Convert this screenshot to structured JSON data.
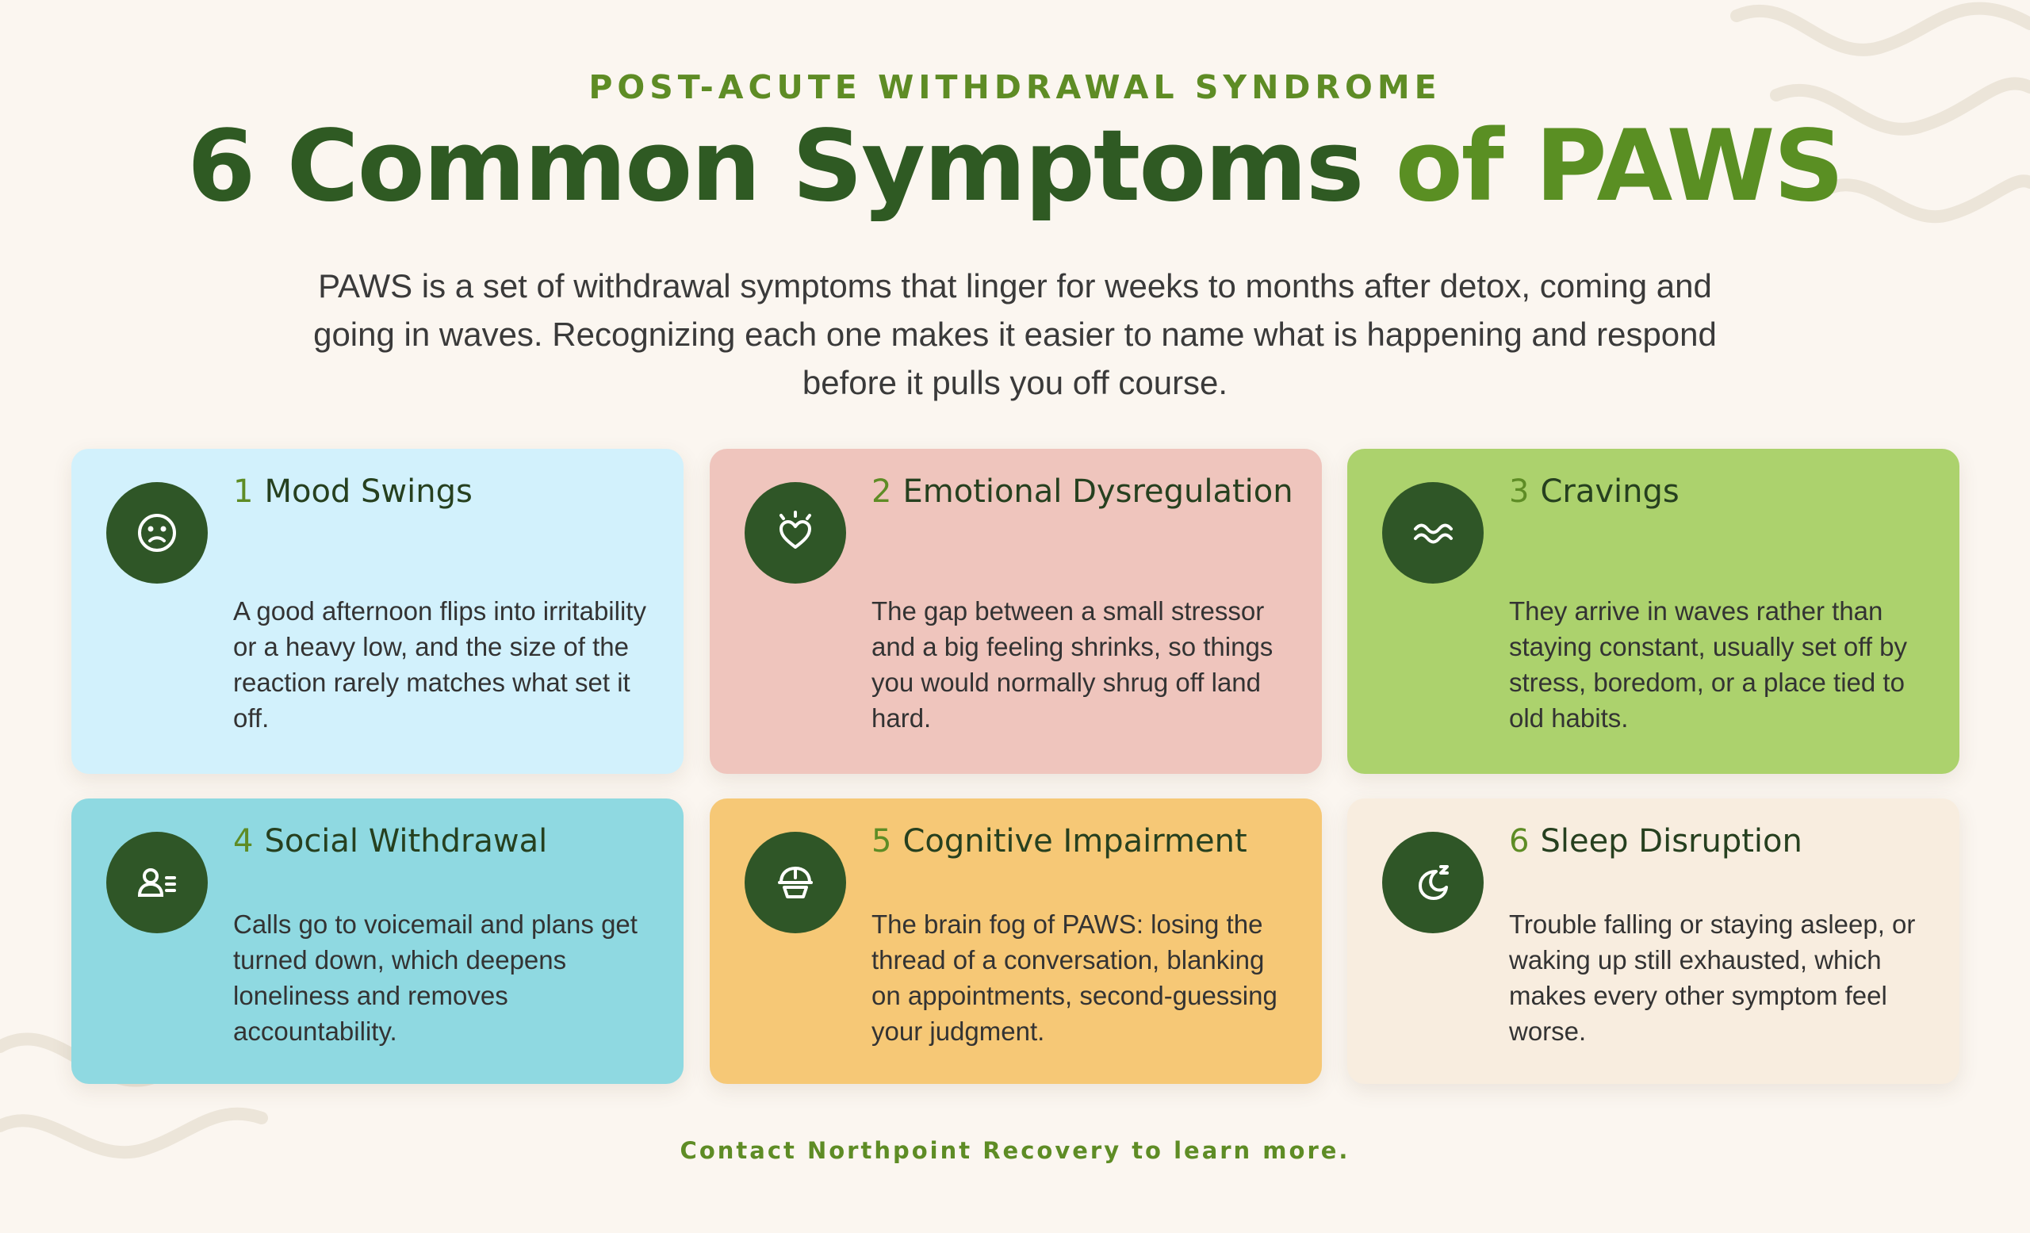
{
  "header": {
    "kicker": "POST-ACUTE WITHDRAWAL SYNDROME",
    "title_main": "6 Common Symptoms ",
    "title_accent": "of PAWS",
    "intro": "PAWS is a set of withdrawal symptoms that linger for weeks to months after detox, coming and going in waves. Recognizing each one makes it easier to name what is happening and respond before it pulls you off course."
  },
  "cards": [
    {
      "number": "1",
      "title": "Mood Swings",
      "body": "A good afternoon flips into irritability or a heavy low, and the size of the reaction rarely matches what set it off.",
      "icon": "frown-face-icon",
      "color": "#d2f1fc"
    },
    {
      "number": "2",
      "title": "Emotional Dysregulation",
      "body": "The gap between a small stressor and a big feeling shrinks, so things you would normally shrug off land hard.",
      "icon": "heart-burst-icon",
      "color": "#efc5bd"
    },
    {
      "number": "3",
      "title": "Cravings",
      "body": "They arrive in waves rather than staying constant, usually set off by stress, boredom, or a place tied to old habits.",
      "icon": "waves-icon",
      "color": "#acd26d"
    },
    {
      "number": "4",
      "title": "Social Withdrawal",
      "body": "Calls go to voicemail and plans get turned down, which deepens loneliness and removes accountability.",
      "icon": "person-list-icon",
      "color": "#8fd9e1"
    },
    {
      "number": "5",
      "title": "Cognitive Impairment",
      "body": "The brain fog of PAWS: losing the thread of a conversation, blanking on appointments, second-guessing your judgment.",
      "icon": "brain-icon",
      "color": "#f6c876"
    },
    {
      "number": "6",
      "title": "Sleep Disruption",
      "body": "Trouble falling or staying asleep, or waking up still exhausted, which makes every other symptom feel worse.",
      "icon": "moon-sleep-icon",
      "color": "#f8eddf"
    }
  ],
  "footer": {
    "text": "Contact Northpoint Recovery to learn more."
  },
  "colors": {
    "background": "#fbf6f0",
    "title_dark": "#2f5a23",
    "title_accent": "#5a8f23",
    "icon_circle": "#2f5627"
  }
}
